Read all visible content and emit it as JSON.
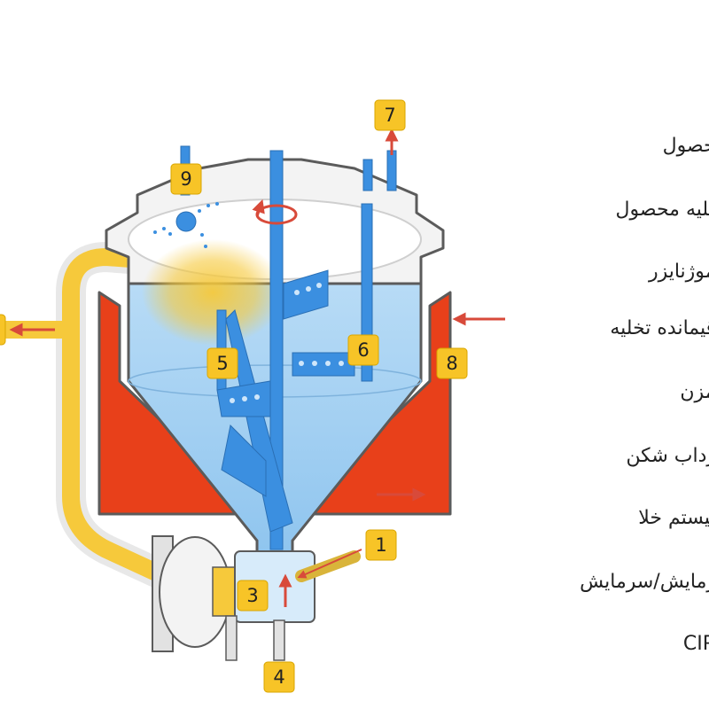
{
  "colors": {
    "badge": "#f7c427",
    "liquid": "#aed3f2",
    "tank_outline": "#5b5b5b",
    "jacket": "#e8401a",
    "pipe_yellow": "#f6c93b",
    "agitator": "#3b8fe0",
    "arrow": "#d84a3a"
  },
  "badges": [
    "1",
    "3",
    "4",
    "5",
    "6",
    "7",
    "8",
    "9"
  ],
  "legend": [
    "محصول",
    "تخلیه محصول",
    "هموژنایزر",
    "باقیمانده تخلیه",
    "همزن",
    "گرداب شکن",
    "سیستم خلا",
    "گرمایش/سرمایش",
    "CIP"
  ]
}
